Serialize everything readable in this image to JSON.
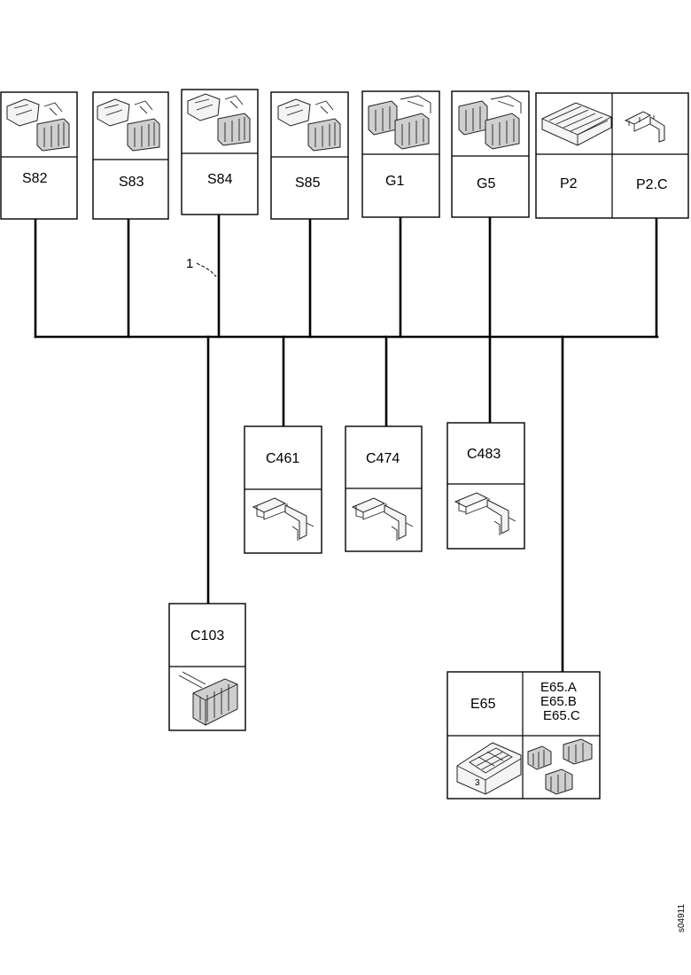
{
  "top_connectors": [
    {
      "id": "S82",
      "label": "S82",
      "icon": "connector-pair-icon"
    },
    {
      "id": "S83",
      "label": "S83",
      "icon": "connector-pair-icon"
    },
    {
      "id": "S84",
      "label": "S84",
      "icon": "connector-pair-icon"
    },
    {
      "id": "S85",
      "label": "S85",
      "icon": "connector-pair-icon"
    },
    {
      "id": "G1",
      "label": "G1",
      "icon": "connector-block-icon"
    },
    {
      "id": "G5",
      "label": "G5",
      "icon": "connector-block-icon"
    },
    {
      "id": "P2",
      "label": "P2",
      "icon": "connector-panel-icon"
    },
    {
      "id": "P2C",
      "label": "P2.C",
      "icon": "terminal-bracket-icon"
    }
  ],
  "branch_connectors": [
    {
      "id": "C461",
      "label": "C461",
      "icon": "terminal-bracket-icon"
    },
    {
      "id": "C474",
      "label": "C474",
      "icon": "terminal-bracket-icon"
    },
    {
      "id": "C483",
      "label": "C483",
      "icon": "terminal-bracket-icon"
    },
    {
      "id": "C103",
      "label": "C103",
      "icon": "multi-pin-plug-icon"
    }
  ],
  "e65": {
    "label": "E65",
    "sub_labels": [
      "E65.A",
      "E65.B",
      "E65.C"
    ],
    "icons": [
      "control-unit-housing-icon",
      "connector-group-icon"
    ]
  },
  "callout": "1",
  "figure_code": "s04911"
}
